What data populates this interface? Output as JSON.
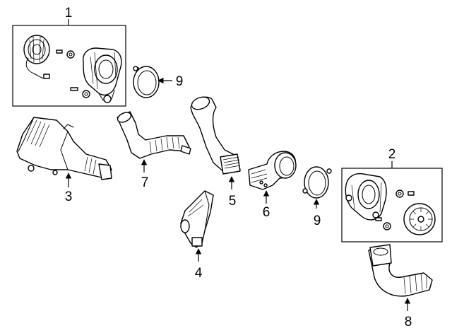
{
  "callouts": [
    {
      "id": "c1",
      "label": "1"
    },
    {
      "id": "c2",
      "label": "2"
    },
    {
      "id": "c3",
      "label": "3"
    },
    {
      "id": "c4",
      "label": "4"
    },
    {
      "id": "c5",
      "label": "5"
    },
    {
      "id": "c6",
      "label": "6"
    },
    {
      "id": "c7",
      "label": "7"
    },
    {
      "id": "c8",
      "label": "8"
    },
    {
      "id": "c9a",
      "label": "9"
    },
    {
      "id": "c9b",
      "label": "9"
    }
  ]
}
